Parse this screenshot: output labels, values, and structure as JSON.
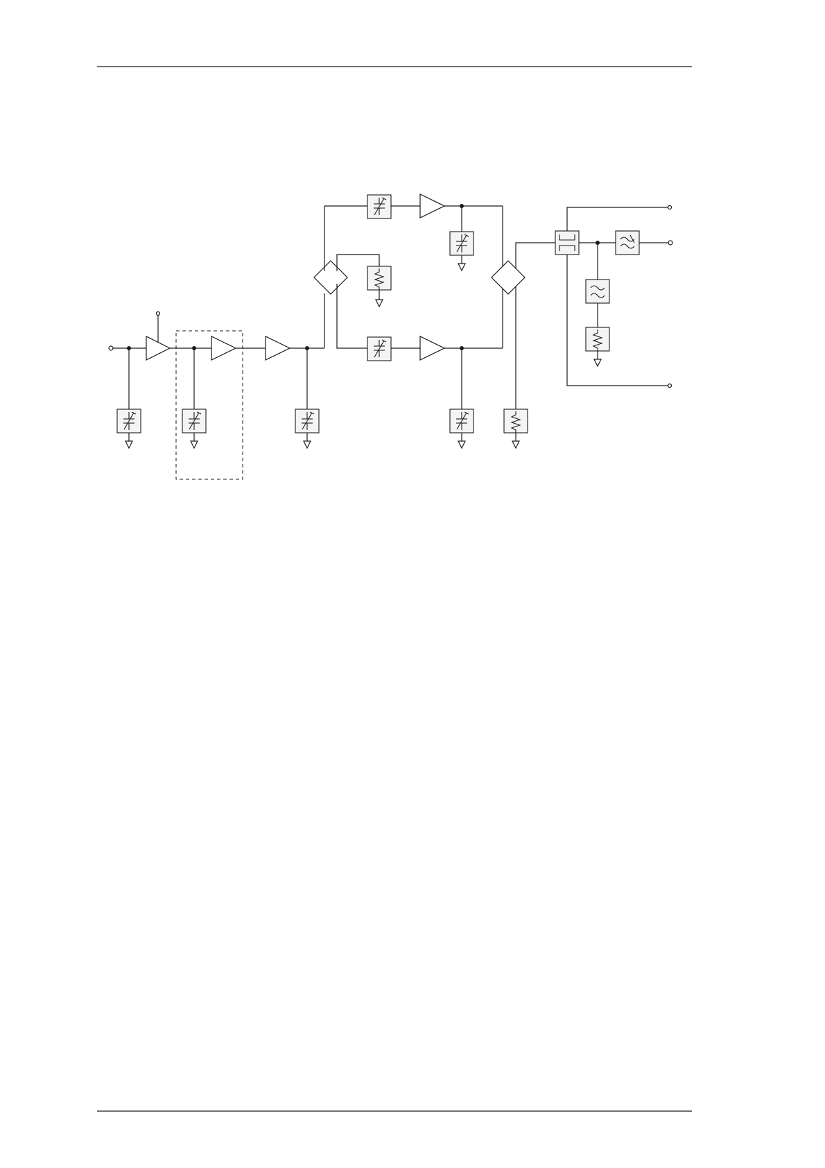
{
  "page": {
    "title": "",
    "footer": ""
  },
  "diagram": {
    "type": "rf-block-diagram",
    "components": [
      "input-terminal",
      "bias-terminal",
      "preamp-1",
      "preamp-2",
      "driver-amp",
      "splitter",
      "phase-shifter-upper",
      "phase-shifter-lower",
      "amp-upper",
      "amp-lower",
      "combiner",
      "coupler",
      "filter-series",
      "filter-shunt",
      "output-terminals"
    ]
  }
}
